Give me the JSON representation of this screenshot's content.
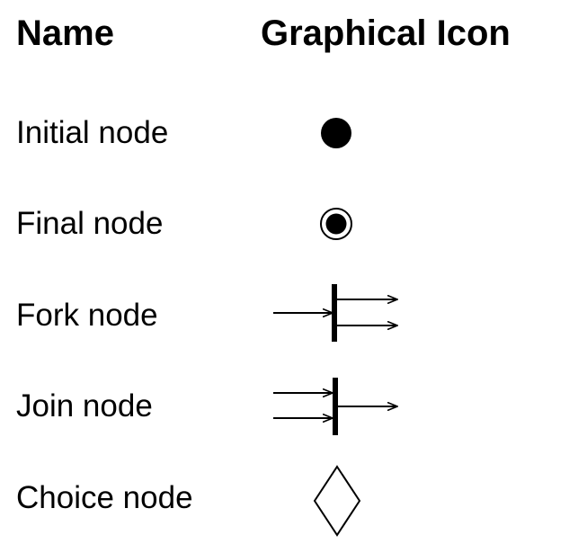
{
  "header": {
    "name_label": "Name",
    "icon_label": "Graphical Icon"
  },
  "rows": [
    {
      "label": "Initial node",
      "icon": "filled-circle-icon"
    },
    {
      "label": "Final node",
      "icon": "bullseye-icon"
    },
    {
      "label": "Fork node",
      "icon": "fork-bar-icon"
    },
    {
      "label": "Join node",
      "icon": "join-bar-icon"
    },
    {
      "label": "Choice node",
      "icon": "diamond-icon"
    }
  ],
  "colors": {
    "ink": "#000000",
    "background": "#ffffff"
  }
}
